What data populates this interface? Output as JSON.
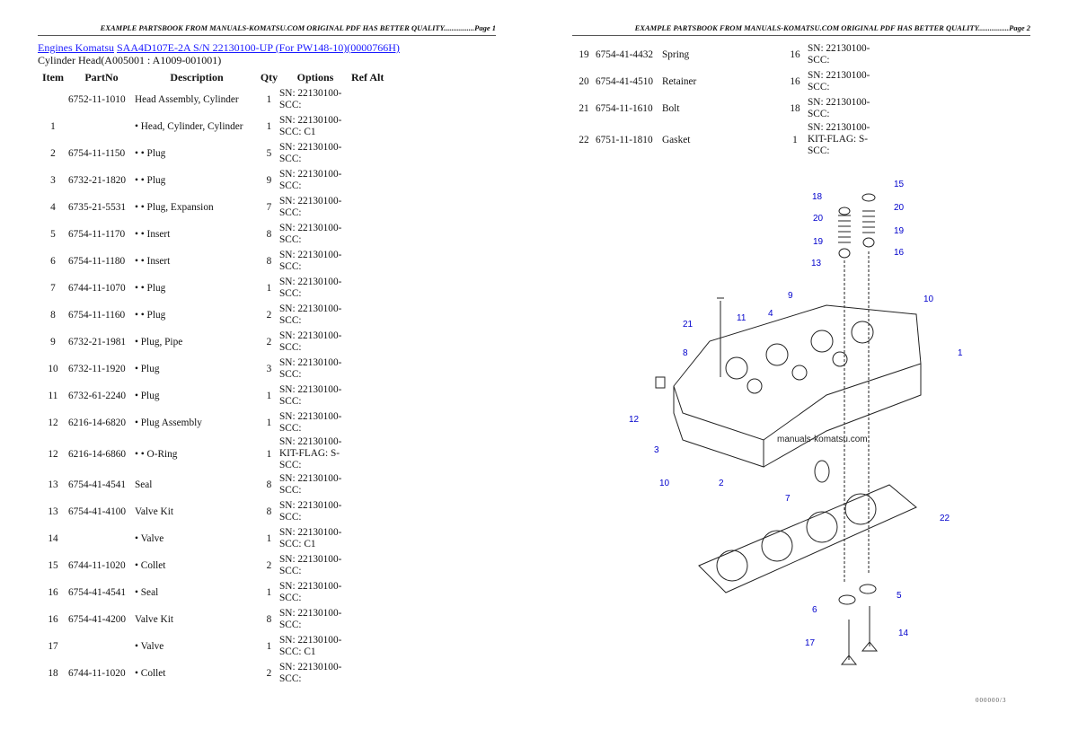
{
  "page1": {
    "header": "EXAMPLE PARTSBOOK FROM MANUALS-KOMATSU.COM ORIGINAL PDF HAS BETTER QUALITY................Page 1",
    "breadcrumb": [
      "Engines Komatsu",
      "SAA4D107E-2A S/N 22130100-UP (For PW148-10)(0000766H)"
    ],
    "subtitle": "Cylinder Head(A005001 : A1009-001001)",
    "columns": [
      "Item",
      "PartNo",
      "Description",
      "Qty",
      "Options",
      "Ref Alt"
    ],
    "rows": [
      [
        "",
        "6752-11-1010",
        "Head Assembly, Cylinder",
        "1",
        "SN: 22130100-\nSCC:"
      ],
      [
        "1",
        "",
        "• Head, Cylinder, Cylinder",
        "1",
        "SN: 22130100-\nSCC: C1"
      ],
      [
        "2",
        "6754-11-1150",
        "• • Plug",
        "5",
        "SN: 22130100-\nSCC:"
      ],
      [
        "3",
        "6732-21-1820",
        "• • Plug",
        "9",
        "SN: 22130100-\nSCC:"
      ],
      [
        "4",
        "6735-21-5531",
        "• • Plug, Expansion",
        "7",
        "SN: 22130100-\nSCC:"
      ],
      [
        "5",
        "6754-11-1170",
        "• • Insert",
        "8",
        "SN: 22130100-\nSCC:"
      ],
      [
        "6",
        "6754-11-1180",
        "• • Insert",
        "8",
        "SN: 22130100-\nSCC:"
      ],
      [
        "7",
        "6744-11-1070",
        "• • Plug",
        "1",
        "SN: 22130100-\nSCC:"
      ],
      [
        "8",
        "6754-11-1160",
        "• • Plug",
        "2",
        "SN: 22130100-\nSCC:"
      ],
      [
        "9",
        "6732-21-1981",
        "• Plug, Pipe",
        "2",
        "SN: 22130100-\nSCC:"
      ],
      [
        "10",
        "6732-11-1920",
        "• Plug",
        "3",
        "SN: 22130100-\nSCC:"
      ],
      [
        "11",
        "6732-61-2240",
        "• Plug",
        "1",
        "SN: 22130100-\nSCC:"
      ],
      [
        "12",
        "6216-14-6820",
        "• Plug Assembly",
        "1",
        "SN: 22130100-\nSCC:"
      ],
      [
        "12",
        "6216-14-6860",
        "• • O-Ring",
        "1",
        "SN: 22130100-\nKIT-FLAG: S-\nSCC:"
      ],
      [
        "13",
        "6754-41-4541",
        "Seal",
        "8",
        "SN: 22130100-\nSCC:"
      ],
      [
        "13",
        "6754-41-4100",
        "Valve Kit",
        "8",
        "SN: 22130100-\nSCC:"
      ],
      [
        "14",
        "",
        "• Valve",
        "1",
        "SN: 22130100-\nSCC: C1"
      ],
      [
        "15",
        "6744-11-1020",
        "• Collet",
        "2",
        "SN: 22130100-\nSCC:"
      ],
      [
        "16",
        "6754-41-4541",
        "• Seal",
        "1",
        "SN: 22130100-\nSCC:"
      ],
      [
        "16",
        "6754-41-4200",
        "Valve Kit",
        "8",
        "SN: 22130100-\nSCC:"
      ],
      [
        "17",
        "",
        "• Valve",
        "1",
        "SN: 22130100-\nSCC: C1"
      ],
      [
        "18",
        "6744-11-1020",
        "• Collet",
        "2",
        "SN: 22130100-\nSCC:"
      ]
    ]
  },
  "page2": {
    "header": "EXAMPLE PARTSBOOK FROM MANUALS-KOMATSU.COM ORIGINAL PDF HAS BETTER QUALITY................Page 2",
    "rows": [
      [
        "19",
        "6754-41-4432",
        "Spring",
        "16",
        "SN: 22130100-\nSCC:"
      ],
      [
        "20",
        "6754-41-4510",
        "Retainer",
        "16",
        "SN: 22130100-\nSCC:"
      ],
      [
        "21",
        "6754-11-1610",
        "Bolt",
        "18",
        "SN: 22130100-\nSCC:"
      ],
      [
        "22",
        "6751-11-1810",
        "Gasket",
        "1",
        "SN: 22130100-\nKIT-FLAG: S-\nSCC:"
      ]
    ],
    "diagram": {
      "watermark": "manuals-komatsu.com",
      "callouts": [
        "15",
        "18",
        "20",
        "20",
        "19",
        "19",
        "13",
        "16",
        "9",
        "10",
        "21",
        "11",
        "4",
        "8",
        "1",
        "12",
        "3",
        "10",
        "2",
        "7",
        "22",
        "5",
        "6",
        "17",
        "14"
      ],
      "callout_color": "#0000cc"
    },
    "drawing_code": "000000/3"
  }
}
